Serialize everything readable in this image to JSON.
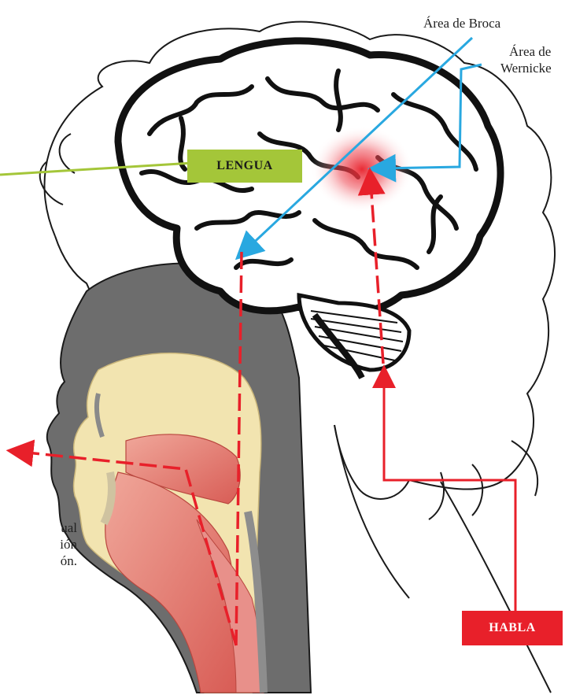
{
  "labels": {
    "broca": "Área de Broca",
    "wernicke_line1": "Área de",
    "wernicke_line2": "Wernicke",
    "lengua": "LENGUA",
    "habla": "HABLA"
  },
  "side_text": [
    "ual",
    "ión",
    "ón."
  ],
  "colors": {
    "lengua_green": "#a4c639",
    "habla_red": "#e8202a",
    "path_blue": "#29a8e0",
    "brain_outline": "#111111",
    "head_outline": "#1a1a1a",
    "throat_gray": "#7a7a7a",
    "muscle_pink": "#e07a70",
    "bone_cream": "#f2e4b0"
  },
  "icons": [
    "brain-illustration",
    "head-silhouette",
    "throat-cross-section",
    "hair-outline"
  ]
}
